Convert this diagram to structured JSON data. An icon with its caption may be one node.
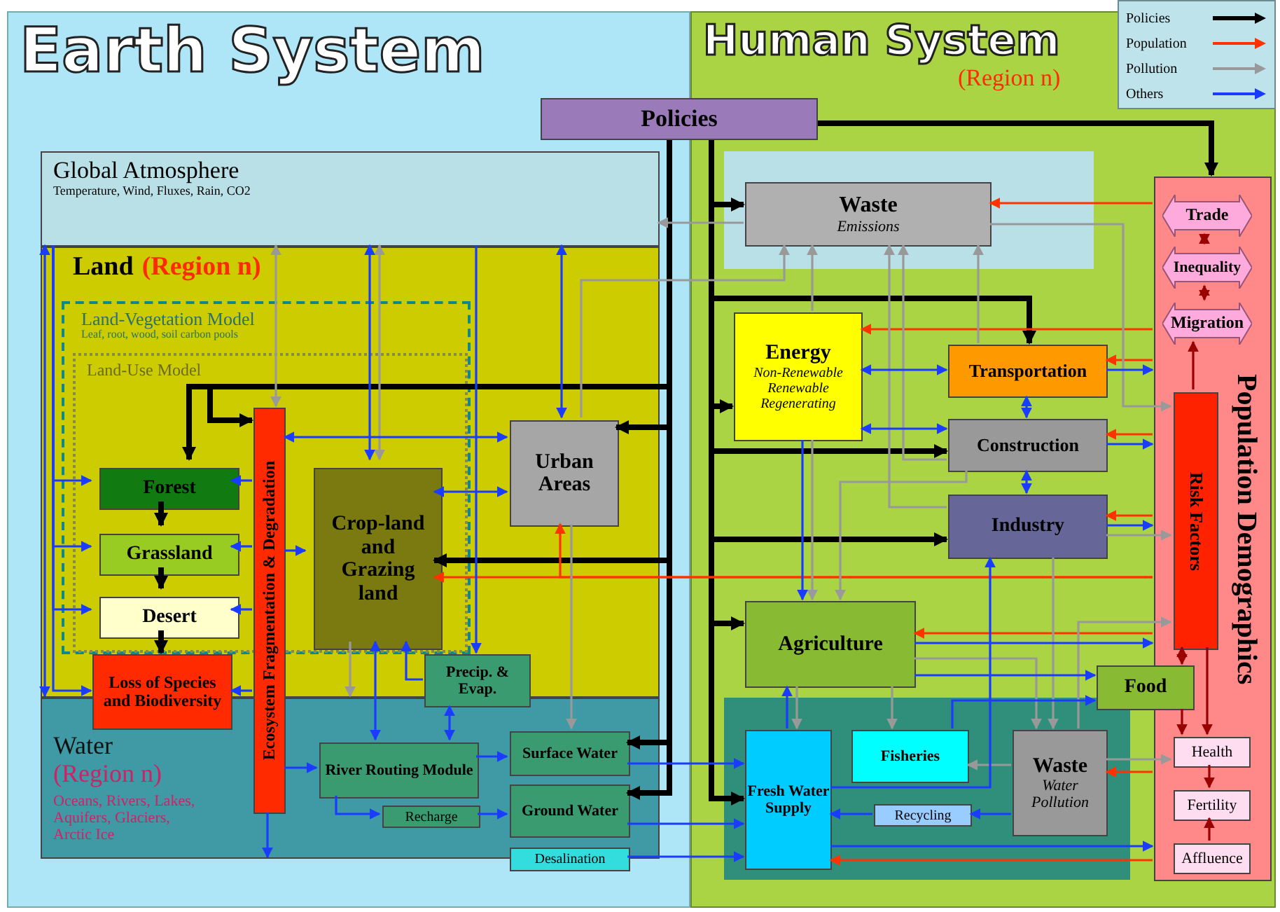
{
  "diagram": {
    "nodes": [
      {
        "text": [
          "Earth System"
        ]
      },
      {
        "text": [
          "Global Atmosphere",
          "Temperature, Wind, Fluxes, Rain, CO2"
        ],
        "in": 0
      },
      {
        "text": [
          "Land",
          "(Region n)"
        ],
        "in": 0
      },
      {
        "text": [
          "Land-Vegetation Model",
          "Leaf, root, wood, soil carbon pools"
        ],
        "in": 2
      },
      {
        "text": [
          "Land-Use Model"
        ],
        "in": 3
      },
      {
        "text": [
          "Forest"
        ],
        "in": 4
      },
      {
        "text": [
          "Grassland"
        ],
        "in": 4
      },
      {
        "text": [
          "Desert"
        ],
        "in": 4
      },
      {
        "text": [
          "Loss of Species and Biodiversity"
        ],
        "in": 0
      },
      {
        "text": [
          "Ecosystem Fragmentation & Degradation"
        ],
        "in": 0
      },
      {
        "text": [
          "Crop-land and Grazing land"
        ],
        "in": 4
      },
      {
        "text": [
          "Urban Areas"
        ],
        "in": 2
      },
      {
        "text": [
          "Precip. & Evap."
        ],
        "in": 0
      },
      {
        "text": [
          "Water",
          "(Region n)",
          "Oceans, Rivers, Lakes, Aquifers, Glaciers, Arctic Ice"
        ],
        "in": 0
      },
      {
        "text": [
          "River Routing Module"
        ],
        "in": 13
      },
      {
        "text": [
          "Recharge"
        ],
        "in": 13
      },
      {
        "text": [
          "Surface Water"
        ],
        "in": 13
      },
      {
        "text": [
          "Ground Water"
        ],
        "in": 13
      },
      {
        "text": [
          "Desalination"
        ],
        "in": 13
      },
      {
        "text": [
          "Human System",
          "(Region n)"
        ]
      },
      {
        "text": [
          "Policies"
        ]
      },
      {
        "text": [
          "Waste",
          "Emissions"
        ],
        "in": 19
      },
      {
        "text": [
          "Energy",
          "Non-Renewable Renewable Regenerating"
        ],
        "in": 19
      },
      {
        "text": [
          "Transportation"
        ],
        "in": 19
      },
      {
        "text": [
          "Construction"
        ],
        "in": 19
      },
      {
        "text": [
          "Industry"
        ],
        "in": 19
      },
      {
        "text": [
          "Population Demographics"
        ],
        "in": 19
      },
      {
        "text": [
          "Trade"
        ],
        "in": 26
      },
      {
        "text": [
          "Inequality"
        ],
        "in": 26
      },
      {
        "text": [
          "Migration"
        ],
        "in": 26
      },
      {
        "text": [
          "Risk Factors"
        ],
        "in": 26
      },
      {
        "text": [
          "Health"
        ],
        "in": 26
      },
      {
        "text": [
          "Fertility"
        ],
        "in": 26
      },
      {
        "text": [
          "Affluence"
        ],
        "in": 26
      },
      {
        "text": [
          "Agriculture"
        ],
        "in": 19
      },
      {
        "text": [
          "Food"
        ],
        "in": 19
      },
      {
        "text": [
          "Fresh Water Supply"
        ],
        "in": 19
      },
      {
        "text": [
          "Fisheries"
        ],
        "in": 19
      },
      {
        "text": [
          "Waste",
          "Water Pollution"
        ],
        "in": 19
      },
      {
        "text": [
          "Recycling"
        ],
        "in": 19
      }
    ],
    "edges": [
      {
        "from": 20,
        "to": 26,
        "arrow": "to",
        "style": "thick",
        "color": "#000000"
      },
      {
        "from": 20,
        "to": 21,
        "arrow": "to",
        "style": "thick",
        "color": "#000000"
      },
      {
        "from": 20,
        "to": 22,
        "arrow": "to",
        "style": "thick",
        "color": "#000000"
      },
      {
        "from": 20,
        "to": 23,
        "arrow": "to",
        "style": "thick",
        "color": "#000000"
      },
      {
        "from": 20,
        "to": 24,
        "arrow": "to",
        "style": "thick",
        "color": "#000000"
      },
      {
        "from": 20,
        "to": 25,
        "arrow": "to",
        "style": "thick",
        "color": "#000000"
      },
      {
        "from": 20,
        "to": 34,
        "arrow": "to",
        "style": "thick",
        "color": "#000000"
      },
      {
        "from": 20,
        "to": 36,
        "arrow": "to",
        "style": "thick",
        "color": "#000000"
      },
      {
        "from": 20,
        "to": 11,
        "arrow": "to",
        "style": "thick",
        "color": "#000000"
      },
      {
        "from": 20,
        "to": 10,
        "arrow": "to",
        "style": "thick",
        "color": "#000000"
      },
      {
        "from": 20,
        "to": 5,
        "arrow": "to",
        "style": "thick",
        "color": "#000000"
      },
      {
        "from": 20,
        "to": 9,
        "arrow": "to",
        "style": "thick",
        "color": "#000000"
      },
      {
        "from": 20,
        "to": 16,
        "arrow": "to",
        "style": "thick",
        "color": "#000000"
      },
      {
        "from": 20,
        "to": 17,
        "arrow": "to",
        "style": "thick",
        "color": "#000000"
      },
      {
        "from": 5,
        "to": 6,
        "arrow": "to",
        "style": "thick",
        "color": "#000000"
      },
      {
        "from": 6,
        "to": 7,
        "arrow": "to",
        "style": "thick",
        "color": "#000000"
      },
      {
        "from": 7,
        "to": 8,
        "arrow": "to",
        "style": "thick",
        "color": "#000000"
      },
      {
        "from": 26,
        "to": 21,
        "arrow": "to",
        "color": "#ff3300"
      },
      {
        "from": 26,
        "to": 22,
        "arrow": "to",
        "color": "#ff3300"
      },
      {
        "from": 26,
        "to": 23,
        "arrow": "to",
        "color": "#ff3300"
      },
      {
        "from": 26,
        "to": 24,
        "arrow": "to",
        "color": "#ff3300"
      },
      {
        "from": 26,
        "to": 25,
        "arrow": "to",
        "color": "#ff3300"
      },
      {
        "from": 26,
        "to": 34,
        "arrow": "to",
        "color": "#ff3300"
      },
      {
        "from": 26,
        "to": 36,
        "arrow": "to",
        "color": "#ff3300"
      },
      {
        "from": 26,
        "to": 38,
        "arrow": "to",
        "color": "#ff3300"
      },
      {
        "from": 26,
        "to": 10,
        "arrow": "to",
        "color": "#ff3300"
      },
      {
        "from": 26,
        "to": 11,
        "arrow": "to",
        "color": "#ff3300"
      },
      {
        "from": 27,
        "to": 28,
        "arrow": "both",
        "color": "#990000"
      },
      {
        "from": 28,
        "to": 29,
        "arrow": "both",
        "color": "#990000"
      },
      {
        "from": 30,
        "to": 29,
        "arrow": "to",
        "color": "#990000"
      },
      {
        "from": 30,
        "to": 35,
        "arrow": "both",
        "color": "#990000"
      },
      {
        "from": 30,
        "to": 31,
        "arrow": "to",
        "color": "#990000"
      },
      {
        "from": 31,
        "to": 32,
        "arrow": "to",
        "color": "#990000"
      },
      {
        "from": 33,
        "to": 32,
        "arrow": "to",
        "color": "#990000"
      },
      {
        "from": 9,
        "to": 1,
        "arrow": "both",
        "color": "#999999"
      },
      {
        "from": 10,
        "to": 1,
        "arrow": "both",
        "color": "#999999"
      },
      {
        "from": 10,
        "to": 13,
        "arrow": "to",
        "color": "#999999"
      },
      {
        "from": 11,
        "to": 16,
        "arrow": "to",
        "color": "#999999"
      },
      {
        "from": 11,
        "to": 21,
        "arrow": "to",
        "color": "#999999"
      },
      {
        "from": 21,
        "to": 1,
        "arrow": "to",
        "color": "#999999"
      },
      {
        "from": 22,
        "to": 21,
        "arrow": "to",
        "color": "#999999"
      },
      {
        "from": 23,
        "to": 21,
        "arrow": "to",
        "color": "#999999"
      },
      {
        "from": 24,
        "to": 21,
        "arrow": "to",
        "color": "#999999"
      },
      {
        "from": 25,
        "to": 21,
        "arrow": "to",
        "color": "#999999"
      },
      {
        "from": 22,
        "to": 34,
        "arrow": "to",
        "color": "#999999"
      },
      {
        "from": 24,
        "to": 34,
        "arrow": "to",
        "color": "#999999"
      },
      {
        "from": 34,
        "to": 36,
        "arrow": "to",
        "color": "#999999"
      },
      {
        "from": 34,
        "to": 37,
        "arrow": "to",
        "color": "#999999"
      },
      {
        "from": 34,
        "to": 38,
        "arrow": "to",
        "color": "#999999"
      },
      {
        "from": 25,
        "to": 38,
        "arrow": "to",
        "color": "#999999"
      },
      {
        "from": 38,
        "to": 37,
        "arrow": "to",
        "color": "#999999"
      },
      {
        "from": 38,
        "to": 31,
        "arrow": "to",
        "color": "#999999"
      },
      {
        "from": 38,
        "to": 30,
        "arrow": "to",
        "color": "#999999"
      },
      {
        "from": 25,
        "to": 30,
        "arrow": "to",
        "color": "#999999"
      },
      {
        "from": 21,
        "to": 30,
        "arrow": "to",
        "color": "#999999"
      },
      {
        "from": 1,
        "to": 13,
        "arrow": "both"
      },
      {
        "from": 1,
        "to": 5,
        "arrow": "to"
      },
      {
        "from": 1,
        "to": 6,
        "arrow": "to"
      },
      {
        "from": 1,
        "to": 7,
        "arrow": "to"
      },
      {
        "from": 1,
        "to": 8,
        "arrow": "to"
      },
      {
        "from": 1,
        "to": 10,
        "arrow": "both"
      },
      {
        "from": 1,
        "to": 11,
        "arrow": "both"
      },
      {
        "from": 1,
        "to": 12,
        "arrow": "to"
      },
      {
        "from": 9,
        "to": 5,
        "arrow": "to"
      },
      {
        "from": 9,
        "to": 6,
        "arrow": "to"
      },
      {
        "from": 9,
        "to": 7,
        "arrow": "to"
      },
      {
        "from": 9,
        "to": 8,
        "arrow": "to"
      },
      {
        "from": 9,
        "to": 10,
        "arrow": "to"
      },
      {
        "from": 9,
        "to": 11,
        "arrow": "both"
      },
      {
        "from": 9,
        "to": 13,
        "arrow": "to"
      },
      {
        "from": 9,
        "to": 14,
        "arrow": "to"
      },
      {
        "from": 10,
        "to": 11,
        "arrow": "both"
      },
      {
        "from": 10,
        "to": 14,
        "arrow": "both"
      },
      {
        "from": 12,
        "to": 10,
        "arrow": "to"
      },
      {
        "from": 12,
        "to": 14,
        "arrow": "both"
      },
      {
        "from": 14,
        "to": 16,
        "arrow": "to"
      },
      {
        "from": 14,
        "to": 15,
        "arrow": "to"
      },
      {
        "from": 15,
        "to": 17,
        "arrow": "to"
      },
      {
        "from": 16,
        "to": 36,
        "arrow": "to"
      },
      {
        "from": 17,
        "to": 36,
        "arrow": "to"
      },
      {
        "from": 18,
        "to": 36,
        "arrow": "to"
      },
      {
        "from": 22,
        "to": 23,
        "arrow": "both"
      },
      {
        "from": 22,
        "to": 24,
        "arrow": "both"
      },
      {
        "from": 23,
        "to": 24,
        "arrow": "both"
      },
      {
        "from": 24,
        "to": 25,
        "arrow": "both"
      },
      {
        "from": 23,
        "to": 26,
        "arrow": "to"
      },
      {
        "from": 24,
        "to": 26,
        "arrow": "to"
      },
      {
        "from": 25,
        "to": 26,
        "arrow": "to"
      },
      {
        "from": 34,
        "to": 26,
        "arrow": "to"
      },
      {
        "from": 36,
        "to": 26,
        "arrow": "to"
      },
      {
        "from": 22,
        "to": 34,
        "arrow": "to"
      },
      {
        "from": 36,
        "to": 34,
        "arrow": "to"
      },
      {
        "from": 36,
        "to": 25,
        "arrow": "to"
      },
      {
        "from": 34,
        "to": 35,
        "arrow": "to"
      },
      {
        "from": 37,
        "to": 35,
        "arrow": "to"
      },
      {
        "from": 35,
        "to": 31,
        "arrow": "to",
        "color": "#990000"
      },
      {
        "from": 38,
        "to": 39,
        "arrow": "to"
      },
      {
        "from": 39,
        "to": 36,
        "arrow": "to"
      }
    ],
    "legend": [
      {
        "text": "Policies"
      },
      {
        "text": "Population"
      },
      {
        "text": "Pollution"
      },
      {
        "text": "Others"
      }
    ]
  }
}
